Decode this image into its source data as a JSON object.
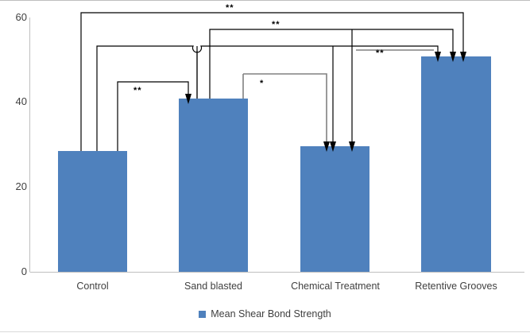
{
  "chart_data": {
    "type": "bar",
    "title": "",
    "xlabel": "",
    "ylabel": "",
    "categories": [
      "Control",
      "Sand blasted",
      "Chemical Treatment",
      "Retentive Grooves"
    ],
    "values": [
      28,
      40,
      29,
      50
    ],
    "series": [
      {
        "name": "Mean Shear Bond Strength",
        "values": [
          28,
          40,
          29,
          50
        ]
      }
    ],
    "ylim": [
      0,
      60
    ],
    "yticks": [
      0,
      20,
      40,
      60
    ],
    "ytick_labels": [
      "0",
      "20",
      "40",
      "60"
    ],
    "grid": false,
    "legend_position": "bottom",
    "bar_color": "#4f81bd",
    "annotations": [
      {
        "id": "bracket-1",
        "label": "**",
        "from": "Control",
        "to": "Retentive Grooves"
      },
      {
        "id": "bracket-2",
        "label": "**",
        "from": "Sand blasted",
        "to": "Retentive Grooves"
      },
      {
        "id": "bracket-3",
        "label": "**",
        "from": "Control",
        "to": "Retentive Grooves"
      },
      {
        "id": "bracket-4",
        "label": "*",
        "from": "Sand blasted",
        "to": "Chemical Treatment"
      },
      {
        "id": "bracket-5",
        "label": "**",
        "from": "Control",
        "to": "Sand blasted"
      },
      {
        "id": "bracket-6",
        "label": "**",
        "from": "Chemical Treatment",
        "to": "Retentive Grooves"
      }
    ]
  },
  "axis": {
    "y_labels": [
      "60",
      "40",
      "20",
      "0"
    ]
  },
  "legend": {
    "series_label": "Mean Shear Bond Strength"
  },
  "significance": {
    "s1": "**",
    "s2": "**",
    "s3": "**",
    "s4": "*",
    "s5": "**"
  }
}
